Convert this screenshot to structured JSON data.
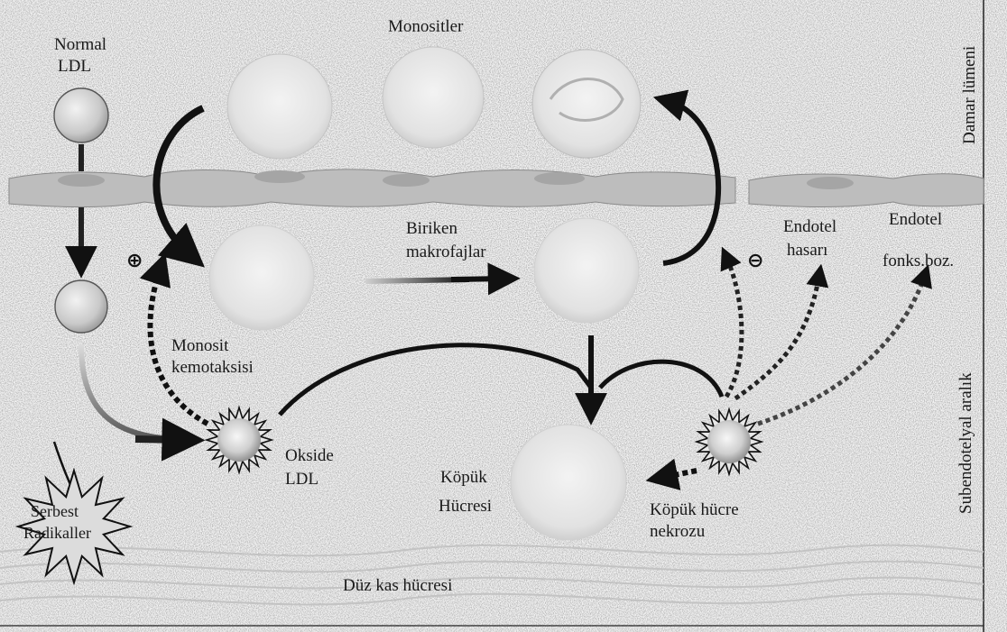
{
  "labels": {
    "monocytes": "Monositler",
    "vessel_lumen": "Damar lümeni",
    "normal_ldl_line1": "Normal",
    "normal_ldl_line2": "LDL",
    "accumulating_line1": "Biriken",
    "accumulating_line2": "makrofajlar",
    "endothelial_damage_line1": "Endotel",
    "endothelial_damage_line2": "hasarı",
    "endothelial_dysfunction_line1": "Endotel",
    "endothelial_dysfunction_line2": "fonks.boz.",
    "chemotaxis_line1": "Monosit",
    "chemotaxis_line2": "kemotaksisi",
    "oxidized_ldl_line1": "Okside",
    "oxidized_ldl_line2": "LDL",
    "foam_cell_line1": "Köpük",
    "foam_cell_line2": "Hücresi",
    "foam_necrosis_line1": "Köpük hücre",
    "foam_necrosis_line2": "nekrozu",
    "subendothelial_space": "Subendotelyal aralık",
    "free_radicals_line1": "Serbest",
    "free_radicals_line2": "Radikaller",
    "smooth_muscle": "Düz kas hücresi"
  },
  "signs": {
    "plus": "⊕",
    "minus": "⊖"
  },
  "colors": {
    "ink": "#1a1a1a",
    "stipple": "#c8c8c8",
    "endothelium": "#b5b5b5",
    "cell_fill": "#e6e6e6"
  }
}
